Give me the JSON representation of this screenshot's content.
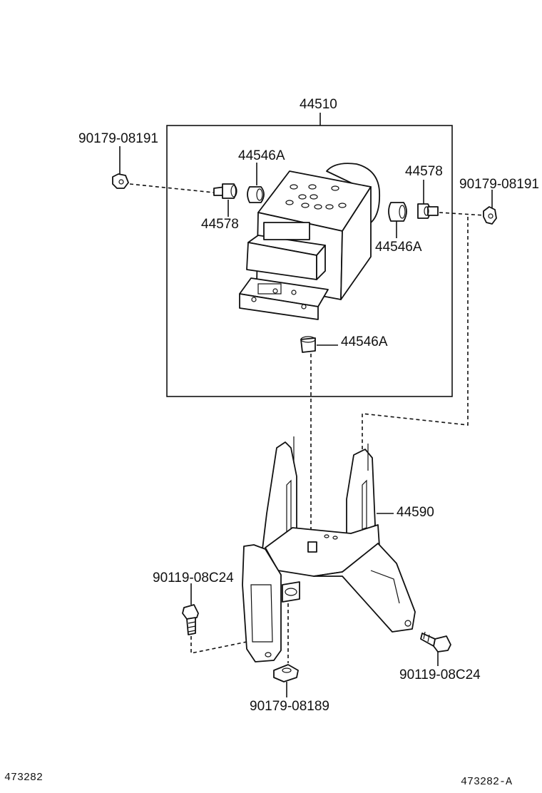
{
  "labels": {
    "actuator_assembly": "44510",
    "nut_left": "90179-08191",
    "nut_right": "90179-08191",
    "cushion_upper_left": "44546A",
    "cushion_upper_right": "44546A",
    "cushion_bottom": "44546A",
    "collar_left": "44578",
    "collar_right": "44578",
    "bracket": "44590",
    "bolt_left": "90119-08C24",
    "bolt_right": "90119-08C24",
    "nut_bottom": "90179-08189"
  },
  "footer": {
    "left_code": "473282",
    "right_code": "473282-A"
  }
}
